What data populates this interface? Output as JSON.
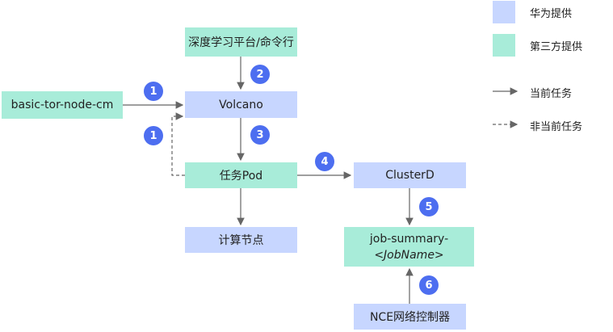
{
  "legend": {
    "huawei_label": "华为提供",
    "third_label": "第三方提供",
    "current_task_label": "当前任务",
    "non_current_task_label": "非当前任务"
  },
  "nodes": {
    "dl_platform": "深度学习平台/命令行",
    "volcano": "Volcano",
    "configmap": "basic-tor-node-cm",
    "task_pod": "任务Pod",
    "compute_node": "计算节点",
    "clusterd": "ClusterD",
    "job_summary_line1": "job-summary-",
    "job_summary_line2": "<JobName>",
    "nce": "NCE网络控制器"
  },
  "badges": {
    "b1_top": "1",
    "b1_bottom": "1",
    "b2": "2",
    "b3": "3",
    "b4": "4",
    "b5": "5",
    "b6": "6"
  },
  "colors": {
    "huawei_fill": "#c7d6ff",
    "third_party_fill": "#a8ecd9",
    "badge": "#4d6ef0",
    "arrow": "#666666"
  }
}
